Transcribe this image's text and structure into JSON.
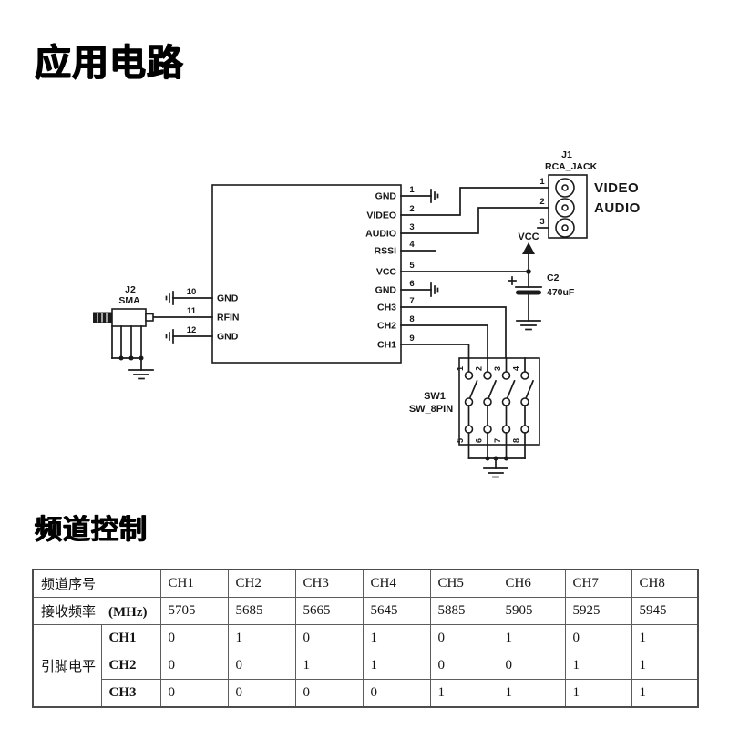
{
  "titles": {
    "circuit": "应用电路",
    "channel": "频道控制"
  },
  "schematic": {
    "ic": {
      "right_pins": [
        {
          "num": "1",
          "name": "GND"
        },
        {
          "num": "2",
          "name": "VIDEO"
        },
        {
          "num": "3",
          "name": "AUDIO"
        },
        {
          "num": "4",
          "name": "RSSI"
        },
        {
          "num": "5",
          "name": "VCC"
        },
        {
          "num": "6",
          "name": "GND"
        },
        {
          "num": "7",
          "name": "CH3"
        },
        {
          "num": "8",
          "name": "CH2"
        },
        {
          "num": "9",
          "name": "CH1"
        }
      ],
      "left_pins": [
        {
          "num": "10",
          "name": "GND"
        },
        {
          "num": "11",
          "name": "RFIN"
        },
        {
          "num": "12",
          "name": "GND"
        }
      ]
    },
    "j1": {
      "ref": "J1",
      "part": "RCA_JACK",
      "pins": [
        "1",
        "2",
        "3"
      ],
      "video_label": "VIDEO",
      "audio_label": "AUDIO"
    },
    "j2": {
      "ref": "J2",
      "part": "SMA"
    },
    "c2": {
      "ref": "C2",
      "value": "470uF",
      "polarity": "+"
    },
    "vcc_label": "VCC",
    "sw1": {
      "ref": "SW1",
      "part": "SW_8PIN",
      "top_pins": [
        "1",
        "2",
        "3",
        "4"
      ],
      "bottom_pins": [
        "5",
        "6",
        "7",
        "8"
      ]
    }
  },
  "table": {
    "row_channel_label": "频道序号",
    "channels": [
      "CH1",
      "CH2",
      "CH3",
      "CH4",
      "CH5",
      "CH6",
      "CH7",
      "CH8"
    ],
    "row_freq_label": "接收频率",
    "freq_unit": "(MHz)",
    "freqs": [
      "5705",
      "5685",
      "5665",
      "5645",
      "5885",
      "5905",
      "5925",
      "5945"
    ],
    "pin_level_label": "引脚电平",
    "pin_rows": [
      {
        "label": "CH1",
        "values": [
          "0",
          "1",
          "0",
          "1",
          "0",
          "1",
          "0",
          "1"
        ]
      },
      {
        "label": "CH2",
        "values": [
          "0",
          "0",
          "1",
          "1",
          "0",
          "0",
          "1",
          "1"
        ]
      },
      {
        "label": "CH3",
        "values": [
          "0",
          "0",
          "0",
          "0",
          "1",
          "1",
          "1",
          "1"
        ]
      }
    ]
  }
}
